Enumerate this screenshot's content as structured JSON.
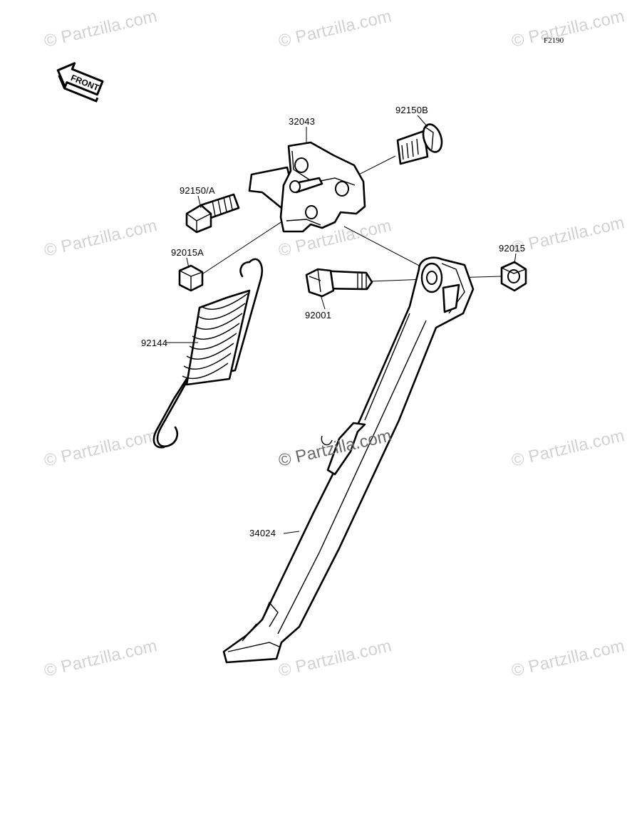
{
  "diagram": {
    "code": "F2190",
    "front_label": "FRONT",
    "watermark_text": "© Partzilla.com",
    "parts": [
      {
        "id": "32043"
      },
      {
        "id": "92150B"
      },
      {
        "id": "92150/A"
      },
      {
        "id": "92015A"
      },
      {
        "id": "92015"
      },
      {
        "id": "92001"
      },
      {
        "id": "92144"
      },
      {
        "id": "34024"
      }
    ]
  }
}
